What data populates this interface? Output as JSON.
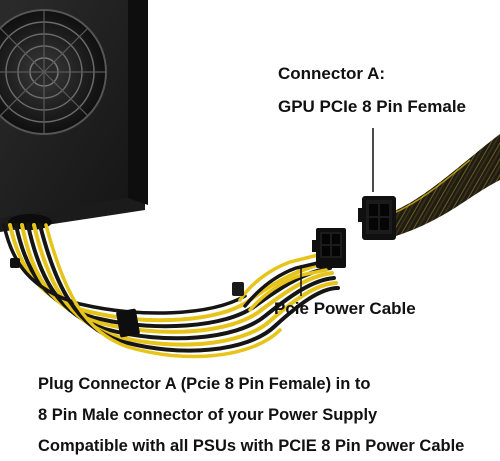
{
  "labels": {
    "connector_a_title": "Connector A:",
    "connector_a_description": "GPU PCIe 8 Pin Female",
    "cable": "Pcie Power Cable"
  },
  "caption": {
    "line1": "Plug Connector A (Pcie 8 Pin Female) in to",
    "line2": "8 Pin Male connector of your Power Supply",
    "line3": "Compatible  with all PSUs with PCIE 8 Pin Power Cable"
  },
  "colors": {
    "background": "#ffffff",
    "psu_body": "#1e1e1e",
    "wire_yellow": "#e6c419",
    "wire_black": "#151515",
    "sleeve": "#2a2618",
    "text": "#111111"
  }
}
